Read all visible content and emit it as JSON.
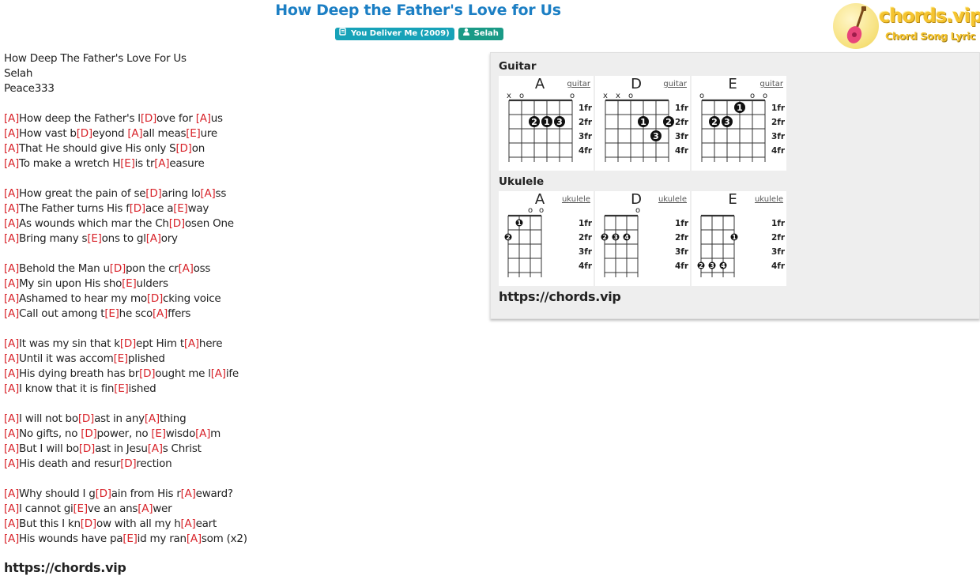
{
  "header": {
    "title": "How Deep the Father's Love for Us",
    "badges": [
      {
        "icon": "album-icon",
        "label": "You Deliver Me (2009)",
        "color": "#17a2b8"
      },
      {
        "icon": "artist-icon",
        "label": "Selah",
        "color": "#1a9a86"
      }
    ]
  },
  "logo": {
    "text": "chords.vip",
    "subtitle": "Chord Song Lyric"
  },
  "meta_lines": [
    "How Deep The Father's Love For Us",
    "Selah",
    "Peace333"
  ],
  "verses": [
    [
      [
        [
          "A",
          "How deep the Father's l"
        ],
        [
          "D",
          "ove for "
        ],
        [
          "A",
          "us"
        ]
      ],
      [
        [
          "A",
          "How vast b"
        ],
        [
          "D",
          "eyond "
        ],
        [
          "A",
          "all meas"
        ],
        [
          "E",
          "ure"
        ]
      ],
      [
        [
          "A",
          "That He should give His only S"
        ],
        [
          "D",
          "on"
        ]
      ],
      [
        [
          "A",
          "To make a wretch H"
        ],
        [
          "E",
          "is tr"
        ],
        [
          "A",
          "easure"
        ]
      ]
    ],
    [
      [
        [
          "A",
          "How great the pain of se"
        ],
        [
          "D",
          "aring lo"
        ],
        [
          "A",
          "ss"
        ]
      ],
      [
        [
          "A",
          "The Father turns His f"
        ],
        [
          "D",
          "ace a"
        ],
        [
          "E",
          "way"
        ]
      ],
      [
        [
          "A",
          "As wounds which mar the Ch"
        ],
        [
          "D",
          "osen One"
        ]
      ],
      [
        [
          "A",
          "Bring many s"
        ],
        [
          "E",
          "ons to gl"
        ],
        [
          "A",
          "ory"
        ]
      ]
    ],
    [
      [
        [
          "A",
          "Behold the Man u"
        ],
        [
          "D",
          "pon the cr"
        ],
        [
          "A",
          "oss"
        ]
      ],
      [
        [
          "A",
          "My sin upon His sho"
        ],
        [
          "E",
          "ulders"
        ]
      ],
      [
        [
          "A",
          "Ashamed to hear my mo"
        ],
        [
          "D",
          "cking voice"
        ]
      ],
      [
        [
          "A",
          "Call out among t"
        ],
        [
          "E",
          "he sco"
        ],
        [
          "A",
          "ffers"
        ]
      ]
    ],
    [
      [
        [
          "A",
          "It was my sin that k"
        ],
        [
          "D",
          "ept Him t"
        ],
        [
          "A",
          "here"
        ]
      ],
      [
        [
          "A",
          "Until it was accom"
        ],
        [
          "E",
          "plished"
        ]
      ],
      [
        [
          "A",
          "His dying breath has br"
        ],
        [
          "D",
          "ought me l"
        ],
        [
          "A",
          "ife"
        ]
      ],
      [
        [
          "A",
          "I know that it is fin"
        ],
        [
          "E",
          "ished"
        ]
      ]
    ],
    [
      [
        [
          "A",
          "I will not bo"
        ],
        [
          "D",
          "ast in any"
        ],
        [
          "A",
          "thing"
        ]
      ],
      [
        [
          "A",
          "No gifts, no "
        ],
        [
          "D",
          "power, no "
        ],
        [
          "E",
          "wisdo"
        ],
        [
          "A",
          "m"
        ]
      ],
      [
        [
          "A",
          "But I will bo"
        ],
        [
          "D",
          "ast in Jesu"
        ],
        [
          "A",
          "s Christ"
        ]
      ],
      [
        [
          "A",
          "His death and resur"
        ],
        [
          "D",
          "rection"
        ]
      ]
    ],
    [
      [
        [
          "A",
          "Why should I g"
        ],
        [
          "D",
          "ain from His r"
        ],
        [
          "A",
          "eward?"
        ]
      ],
      [
        [
          "A",
          "I cannot gi"
        ],
        [
          "E",
          "ve an ans"
        ],
        [
          "A",
          "wer"
        ]
      ],
      [
        [
          "A",
          "But this I kn"
        ],
        [
          "D",
          "ow with all my h"
        ],
        [
          "A",
          "eart"
        ]
      ],
      [
        [
          "A",
          "His wounds have pa"
        ],
        [
          "E",
          "id my ran"
        ],
        [
          "A",
          "som (x2)"
        ]
      ]
    ]
  ],
  "footer_site": "https://chords.vip",
  "panel": {
    "guitar_label": "Guitar",
    "ukulele_label": "Ukulele",
    "site": "https://chords.vip",
    "fret_labels": [
      "1fr",
      "2fr",
      "3fr",
      "4fr"
    ],
    "guitar": [
      {
        "name": "A",
        "link": "guitar",
        "markers": [
          "x",
          "o",
          "",
          "",
          "",
          "o"
        ],
        "dots": [
          [
            2,
            2,
            "2"
          ],
          [
            3,
            2,
            "1"
          ],
          [
            4,
            2,
            "3"
          ]
        ]
      },
      {
        "name": "D",
        "link": "guitar",
        "markers": [
          "x",
          "x",
          "o",
          "",
          "",
          ""
        ],
        "dots": [
          [
            3,
            2,
            "1"
          ],
          [
            5,
            2,
            "2"
          ],
          [
            4,
            3,
            "3"
          ]
        ]
      },
      {
        "name": "E",
        "link": "guitar",
        "markers": [
          "o",
          "",
          "",
          "",
          "o",
          "o"
        ],
        "dots": [
          [
            3,
            1,
            "1"
          ],
          [
            1,
            2,
            "2"
          ],
          [
            2,
            2,
            "3"
          ]
        ]
      }
    ],
    "ukulele": [
      {
        "name": "A",
        "link": "ukulele",
        "markers": [
          "",
          "",
          "o",
          "o"
        ],
        "dots": [
          [
            1,
            1,
            "1"
          ],
          [
            0,
            2,
            "2"
          ]
        ]
      },
      {
        "name": "D",
        "link": "ukulele",
        "markers": [
          "",
          "",
          "",
          "o"
        ],
        "dots": [
          [
            0,
            2,
            "2"
          ],
          [
            1,
            2,
            "3"
          ],
          [
            2,
            2,
            "4"
          ]
        ]
      },
      {
        "name": "E",
        "link": "ukulele",
        "markers": [
          "",
          "",
          "",
          ""
        ],
        "dots": [
          [
            3,
            2,
            "1"
          ],
          [
            0,
            4,
            "2"
          ],
          [
            1,
            4,
            "3"
          ],
          [
            2,
            4,
            "4"
          ]
        ]
      }
    ]
  }
}
